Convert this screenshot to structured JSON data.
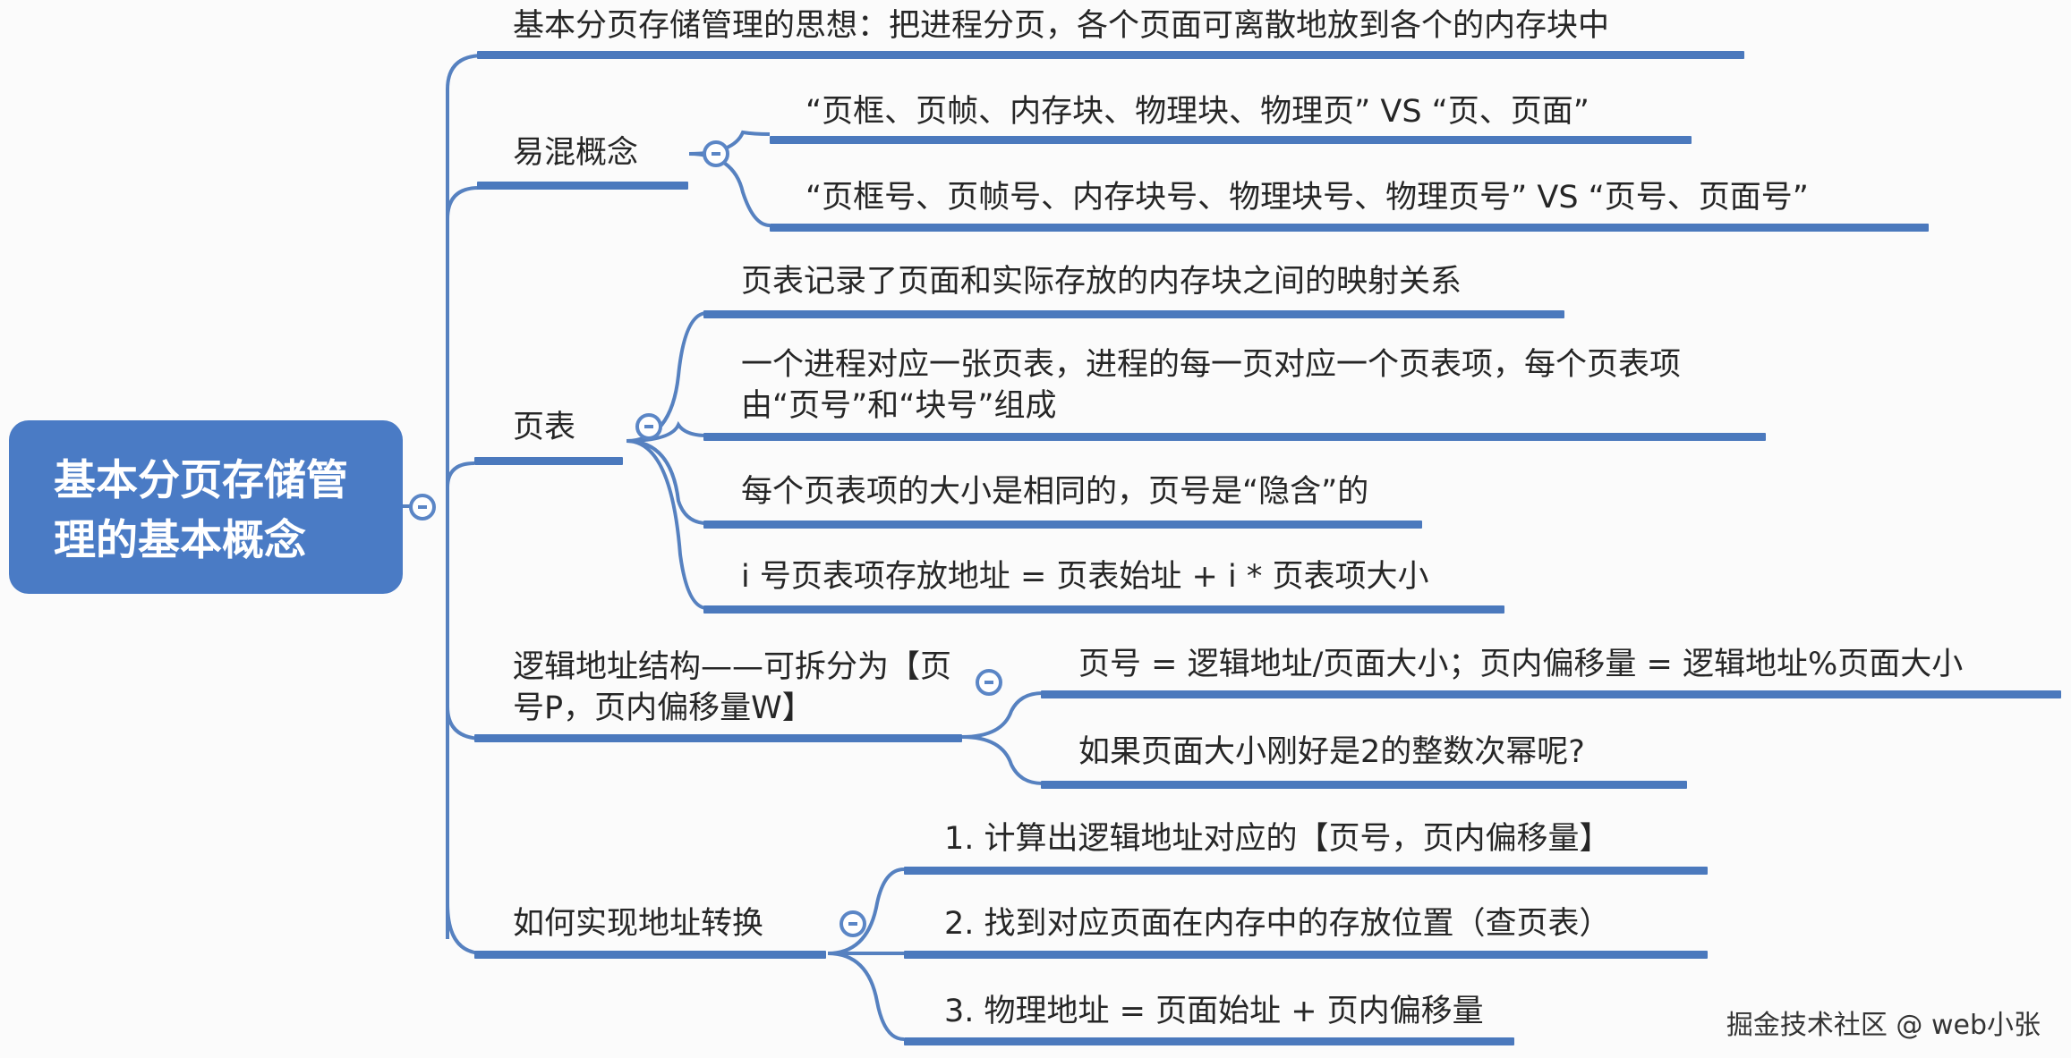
{
  "root": {
    "title": "基本分页存储管理的基本概念"
  },
  "branches": {
    "idea": {
      "text": "基本分页存储管理的思想：把进程分页，各个页面可离散地放到各个的内存块中"
    },
    "confusing": {
      "label": "易混概念",
      "items": [
        "“页框、页帧、内存块、物理块、物理页” VS “页、页面”",
        "“页框号、页帧号、内存块号、物理块号、物理页号” VS “页号、页面号”"
      ]
    },
    "page_table": {
      "label": "页表",
      "items": [
        "页表记录了页面和实际存放的内存块之间的映射关系",
        "一个进程对应一张页表，进程的每一页对应一个页表项，每个页表项由“页号”和“块号”组成",
        "每个页表项的大小是相同的，页号是“隐含”的",
        "i 号页表项存放地址 = 页表始址 + i * 页表项大小"
      ]
    },
    "logical": {
      "label": "逻辑地址结构——可拆分为【页号P，页内偏移量W】",
      "items": [
        "页号 = 逻辑地址/页面大小；页内偏移量 = 逻辑地址%页面大小",
        "如果页面大小刚好是2的整数次幂呢?"
      ]
    },
    "translate": {
      "label": "如何实现地址转换",
      "items": [
        "1. 计算出逻辑地址对应的【页号，页内偏移量】",
        "2. 找到对应页面在内存中的存放位置（查页表）",
        "3. 物理地址 = 页面始址 + 页内偏移量"
      ]
    }
  },
  "watermark": "掘金技术社区 @ web小张",
  "colors": {
    "node": "#4a7bc5",
    "line": "#4b79bd",
    "text": "#262626"
  }
}
